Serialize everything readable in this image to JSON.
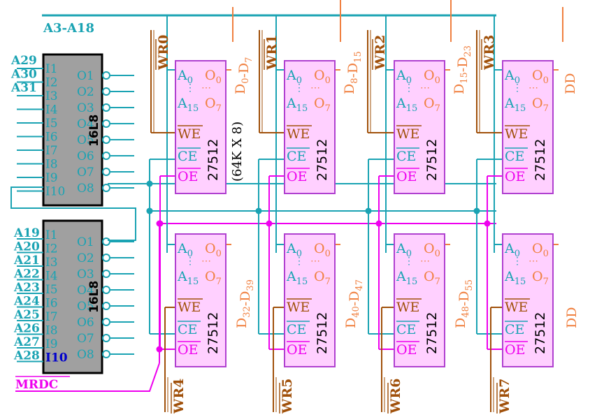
{
  "bus": {
    "label": "A3-A18"
  },
  "colors": {
    "cyan": "#1aa3b3",
    "magenta": "#ee00ee",
    "brown": "#a0500a",
    "orange": "#f08040",
    "chip_fill": "#ffd0ff",
    "chip_border": "#b040d0",
    "pal_fill": "#a0a0a0",
    "blue": "#0000cc"
  },
  "pals": [
    {
      "part": "16L8",
      "inputs": [
        "I1",
        "I2",
        "I3",
        "I4",
        "I5",
        "I6",
        "I7",
        "I8",
        "I9",
        "I10"
      ],
      "outputs": [
        "O1",
        "O2",
        "O3",
        "O4",
        "O5",
        "O6",
        "O7",
        "O8"
      ],
      "addr_labels": [
        "A29",
        "A30",
        "A31"
      ]
    },
    {
      "part": "16L8",
      "inputs": [
        "I1",
        "I2",
        "I3",
        "I4",
        "I5",
        "I6",
        "I7",
        "I8",
        "I9",
        "I10"
      ],
      "outputs": [
        "O1",
        "O2",
        "O3",
        "O4",
        "O5",
        "O6",
        "O7",
        "O8"
      ],
      "addr_labels": [
        "A19",
        "A20",
        "A21",
        "A22",
        "A23",
        "A24",
        "A25",
        "A26",
        "A27",
        "A28"
      ]
    }
  ],
  "chip_pins": {
    "a0": "A",
    "a0_sub": "0",
    "a15": "A",
    "a15_sub": "15",
    "o0": "O",
    "o0_sub": "0",
    "o7": "O",
    "o7_sub": "7",
    "we": "WE",
    "ce": "CE",
    "oe": "OE",
    "part": "27512"
  },
  "org_label": "(64K X 8)",
  "write_signals": [
    "WR0",
    "WR1",
    "WR2",
    "WR3",
    "WR4",
    "WR5",
    "WR6",
    "WR7"
  ],
  "data_labels": [
    {
      "d1": "D",
      "s1": "0",
      "sep": "-",
      "d2": "D",
      "s2": "7"
    },
    {
      "d1": "D",
      "s1": "8",
      "sep": "-",
      "d2": "D",
      "s2": "15"
    },
    {
      "d1": "D",
      "s1": "15",
      "sep": "-",
      "d2": "D",
      "s2": "23"
    },
    {
      "d1": "D",
      "s1": "",
      "sep": "",
      "d2": "D",
      "s2": ""
    },
    {
      "d1": "D",
      "s1": "32",
      "sep": "-",
      "d2": "D",
      "s2": "39"
    },
    {
      "d1": "D",
      "s1": "40",
      "sep": "-",
      "d2": "D",
      "s2": "47"
    },
    {
      "d1": "D",
      "s1": "48",
      "sep": "-",
      "d2": "D",
      "s2": "55"
    },
    {
      "d1": "D",
      "s1": "",
      "sep": "",
      "d2": "D",
      "s2": ""
    }
  ],
  "mrdc": {
    "label": "MRDC"
  }
}
